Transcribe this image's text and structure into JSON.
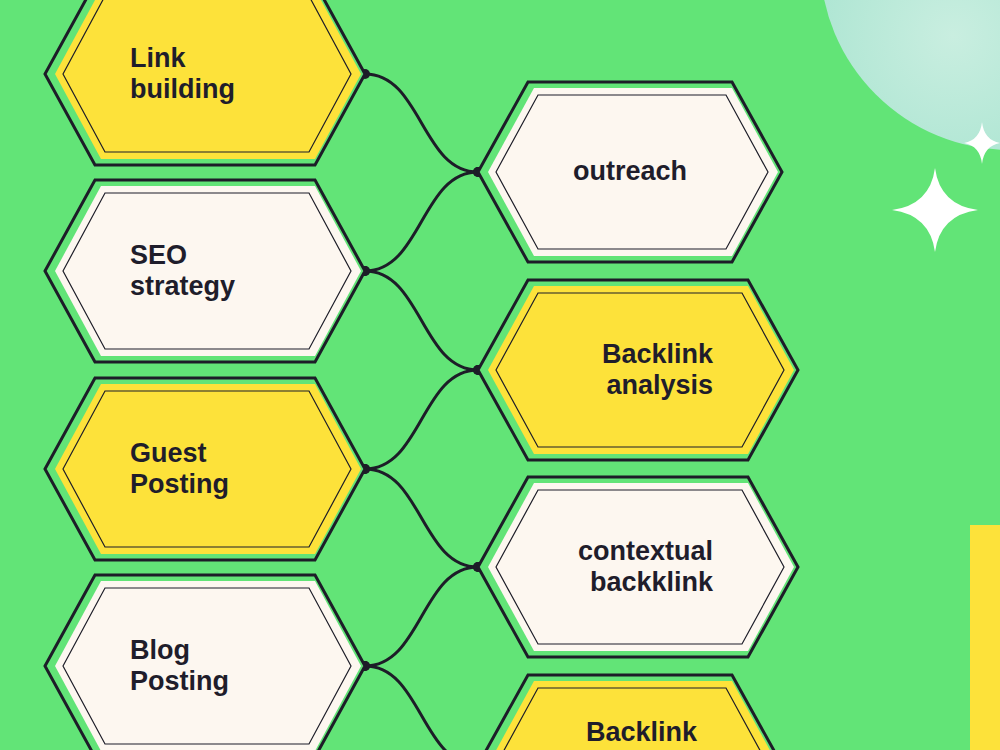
{
  "diagram": {
    "nodes": [
      {
        "text": [
          "Link building"
        ]
      },
      {
        "text": [
          "outreach"
        ]
      },
      {
        "text": [
          "SEO strategy"
        ]
      },
      {
        "text": [
          "Backlink analysis"
        ]
      },
      {
        "text": [
          "Guest Posting"
        ]
      },
      {
        "text": [
          "contextual backklink"
        ]
      },
      {
        "text": [
          "Blog Posting"
        ]
      },
      {
        "text": [
          "Backlink"
        ]
      }
    ],
    "edges": [
      {
        "from": 0,
        "to": 1,
        "arrow": "none"
      },
      {
        "from": 1,
        "to": 2,
        "arrow": "none"
      },
      {
        "from": 2,
        "to": 3,
        "arrow": "none"
      },
      {
        "from": 3,
        "to": 4,
        "arrow": "none"
      },
      {
        "from": 4,
        "to": 5,
        "arrow": "none"
      },
      {
        "from": 5,
        "to": 6,
        "arrow": "none"
      },
      {
        "from": 6,
        "to": 7,
        "arrow": "none"
      }
    ]
  }
}
